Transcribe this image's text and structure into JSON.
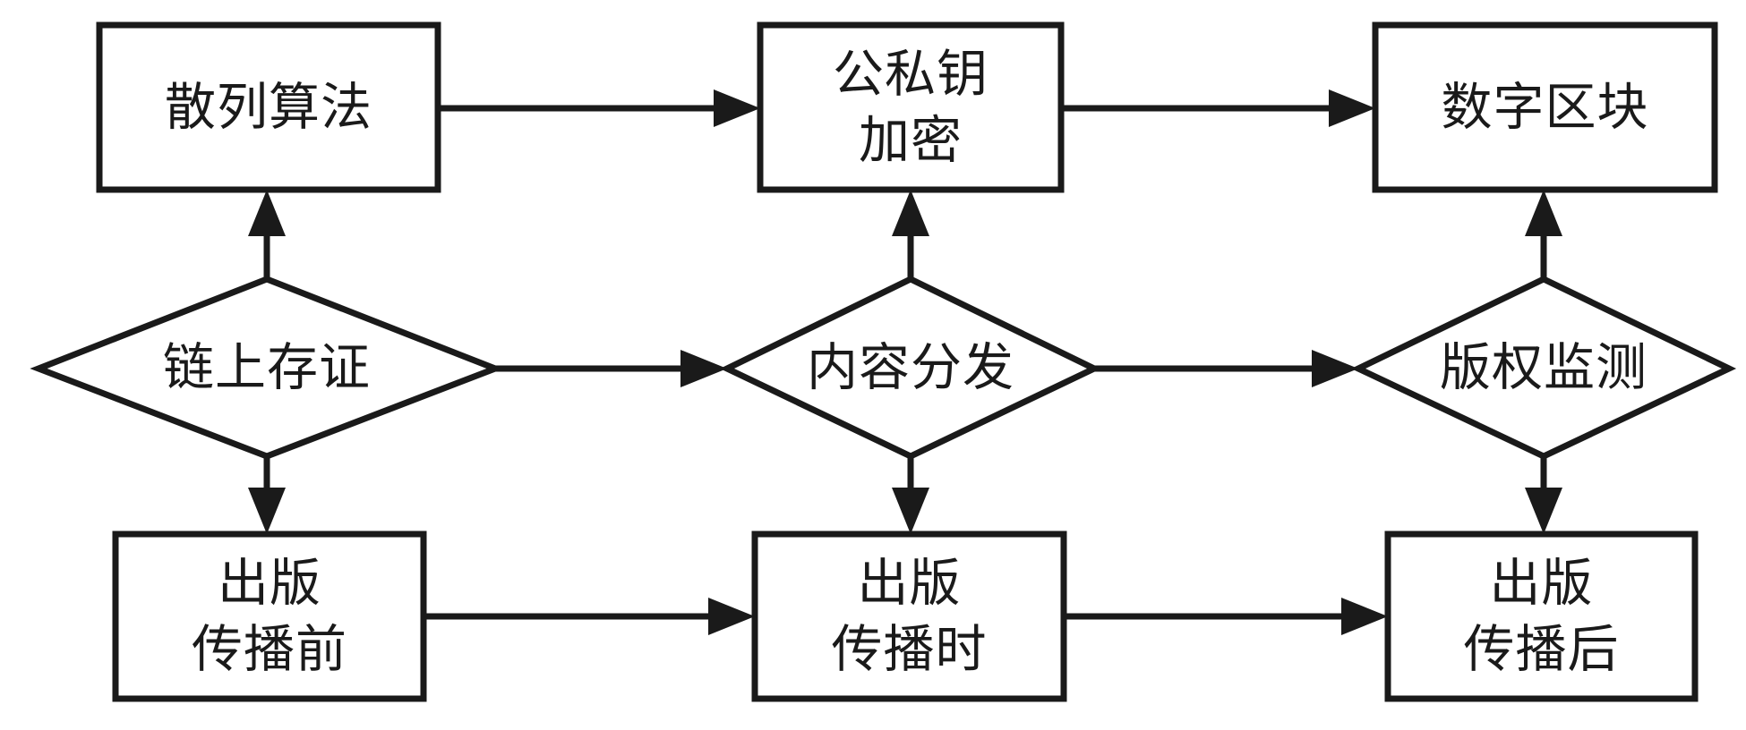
{
  "diagram": {
    "type": "flowchart",
    "language": "zh-CN",
    "colors": {
      "line": "#1a1a1a",
      "text": "#1a1a1a",
      "background": "#ffffff",
      "node_fill": "#ffffff"
    },
    "nodes": {
      "hash_algorithm": {
        "shape": "rect",
        "row": "top",
        "col": 1,
        "lines": [
          "散列算法"
        ]
      },
      "key_encryption": {
        "shape": "rect",
        "row": "top",
        "col": 2,
        "lines": [
          "公私钥",
          "加密"
        ]
      },
      "digital_block": {
        "shape": "rect",
        "row": "top",
        "col": 3,
        "lines": [
          "数字区块"
        ]
      },
      "onchain_evidence": {
        "shape": "diamond",
        "row": "middle",
        "col": 1,
        "lines": [
          "链上存证"
        ]
      },
      "content_distribution": {
        "shape": "diamond",
        "row": "middle",
        "col": 2,
        "lines": [
          "内容分发"
        ]
      },
      "copyright_monitoring": {
        "shape": "diamond",
        "row": "middle",
        "col": 3,
        "lines": [
          "版权监测"
        ]
      },
      "before_dissemination": {
        "shape": "rect",
        "row": "bottom",
        "col": 1,
        "lines": [
          "出版",
          "传播前"
        ]
      },
      "during_dissemination": {
        "shape": "rect",
        "row": "bottom",
        "col": 2,
        "lines": [
          "出版",
          "传播时"
        ]
      },
      "after_dissemination": {
        "shape": "rect",
        "row": "bottom",
        "col": 3,
        "lines": [
          "出版",
          "传播后"
        ]
      }
    },
    "edges": [
      {
        "from": "hash_algorithm",
        "to": "key_encryption",
        "direction": "right"
      },
      {
        "from": "key_encryption",
        "to": "digital_block",
        "direction": "right"
      },
      {
        "from": "onchain_evidence",
        "to": "hash_algorithm",
        "direction": "up"
      },
      {
        "from": "content_distribution",
        "to": "key_encryption",
        "direction": "up"
      },
      {
        "from": "copyright_monitoring",
        "to": "digital_block",
        "direction": "up"
      },
      {
        "from": "onchain_evidence",
        "to": "content_distribution",
        "direction": "right"
      },
      {
        "from": "content_distribution",
        "to": "copyright_monitoring",
        "direction": "right"
      },
      {
        "from": "onchain_evidence",
        "to": "before_dissemination",
        "direction": "down"
      },
      {
        "from": "content_distribution",
        "to": "during_dissemination",
        "direction": "down"
      },
      {
        "from": "copyright_monitoring",
        "to": "after_dissemination",
        "direction": "down"
      },
      {
        "from": "before_dissemination",
        "to": "during_dissemination",
        "direction": "right"
      },
      {
        "from": "during_dissemination",
        "to": "after_dissemination",
        "direction": "right"
      }
    ]
  }
}
